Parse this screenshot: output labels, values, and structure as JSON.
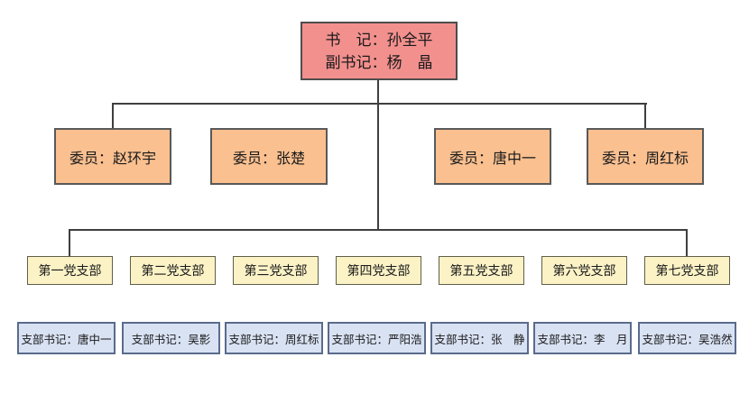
{
  "org_chart": {
    "type": "org-tree",
    "colors": {
      "root_fill": "#F2908E",
      "committee_fill": "#FAC090",
      "branch_fill": "#FBF2C6",
      "secretary_fill": "#D9E2F3",
      "connector": "#3F3F3F",
      "background": "#FFFFFF"
    },
    "root": {
      "line1": "书　记：孙全平",
      "line2": "副书记：杨　晶"
    },
    "committee": {
      "members": [
        "委员：赵环宇",
        "委员：张楚",
        "委员：唐中一",
        "委员：周红标"
      ]
    },
    "branches": {
      "items": [
        "第一党支部",
        "第二党支部",
        "第三党支部",
        "第四党支部",
        "第五党支部",
        "第六党支部",
        "第七党支部"
      ]
    },
    "secretaries": {
      "items": [
        "支部书记：唐中一",
        "支部书记：吴影",
        "支部书记：周红标",
        "支部书记：严阳浩",
        "支部书记：张　静",
        "支部书记：李　月",
        "支部书记：吴浩然"
      ]
    }
  }
}
